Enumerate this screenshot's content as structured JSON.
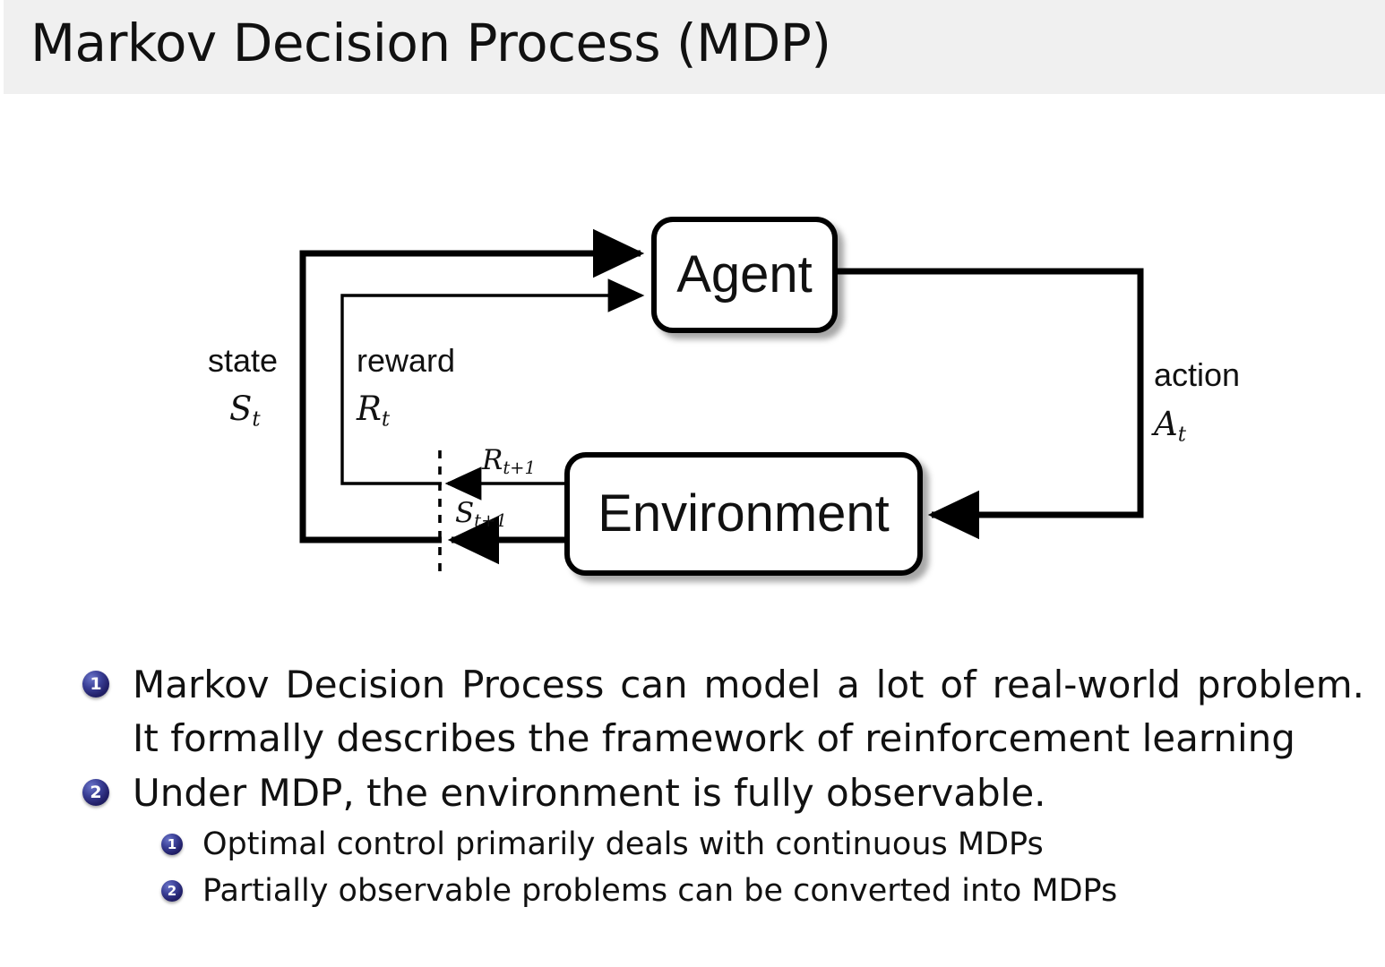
{
  "slide": {
    "title": "Markov Decision Process (MDP)",
    "header_bg": "#f0f0f0",
    "text_color": "#111111",
    "bullet_badge_color": "#222069"
  },
  "diagram": {
    "type": "agent-environment-interaction-loop",
    "nodes": [
      {
        "id": "agent",
        "label": "Agent"
      },
      {
        "id": "environment",
        "label": "Environment"
      }
    ],
    "edges": [
      {
        "id": "state-to-agent",
        "from": "environment",
        "to": "agent",
        "text_label": "state",
        "math_label": "S",
        "math_sub": "t"
      },
      {
        "id": "reward-to-agent",
        "from": "environment",
        "to": "agent",
        "text_label": "reward",
        "math_label": "R",
        "math_sub": "t"
      },
      {
        "id": "action-to-env",
        "from": "agent",
        "to": "environment",
        "text_label": "action",
        "math_label": "A",
        "math_sub": "t"
      },
      {
        "id": "reward-next",
        "from": "environment",
        "to": "boundary",
        "text_label": "",
        "math_label": "R",
        "math_sub": "t+1"
      },
      {
        "id": "state-next",
        "from": "environment",
        "to": "boundary",
        "text_label": "",
        "math_label": "S",
        "math_sub": "t+1"
      }
    ],
    "labels": {
      "state": "state",
      "reward": "reward",
      "action": "action",
      "state_sym": "S",
      "reward_sym": "R",
      "action_sym": "A",
      "sub_t": "t",
      "sub_t1": "t+1",
      "r_next_sym": "R",
      "s_next_sym": "S"
    }
  },
  "bullets": [
    {
      "number": "1",
      "text": "Markov Decision Process can model a lot of real-world problem. It formally describes the framework of reinforcement learning",
      "children": []
    },
    {
      "number": "2",
      "text": "Under MDP, the environment is fully observable.",
      "children": [
        {
          "number": "1",
          "text": "Optimal control primarily deals with continuous MDPs"
        },
        {
          "number": "2",
          "text": "Partially observable problems can be converted into MDPs"
        }
      ]
    }
  ]
}
